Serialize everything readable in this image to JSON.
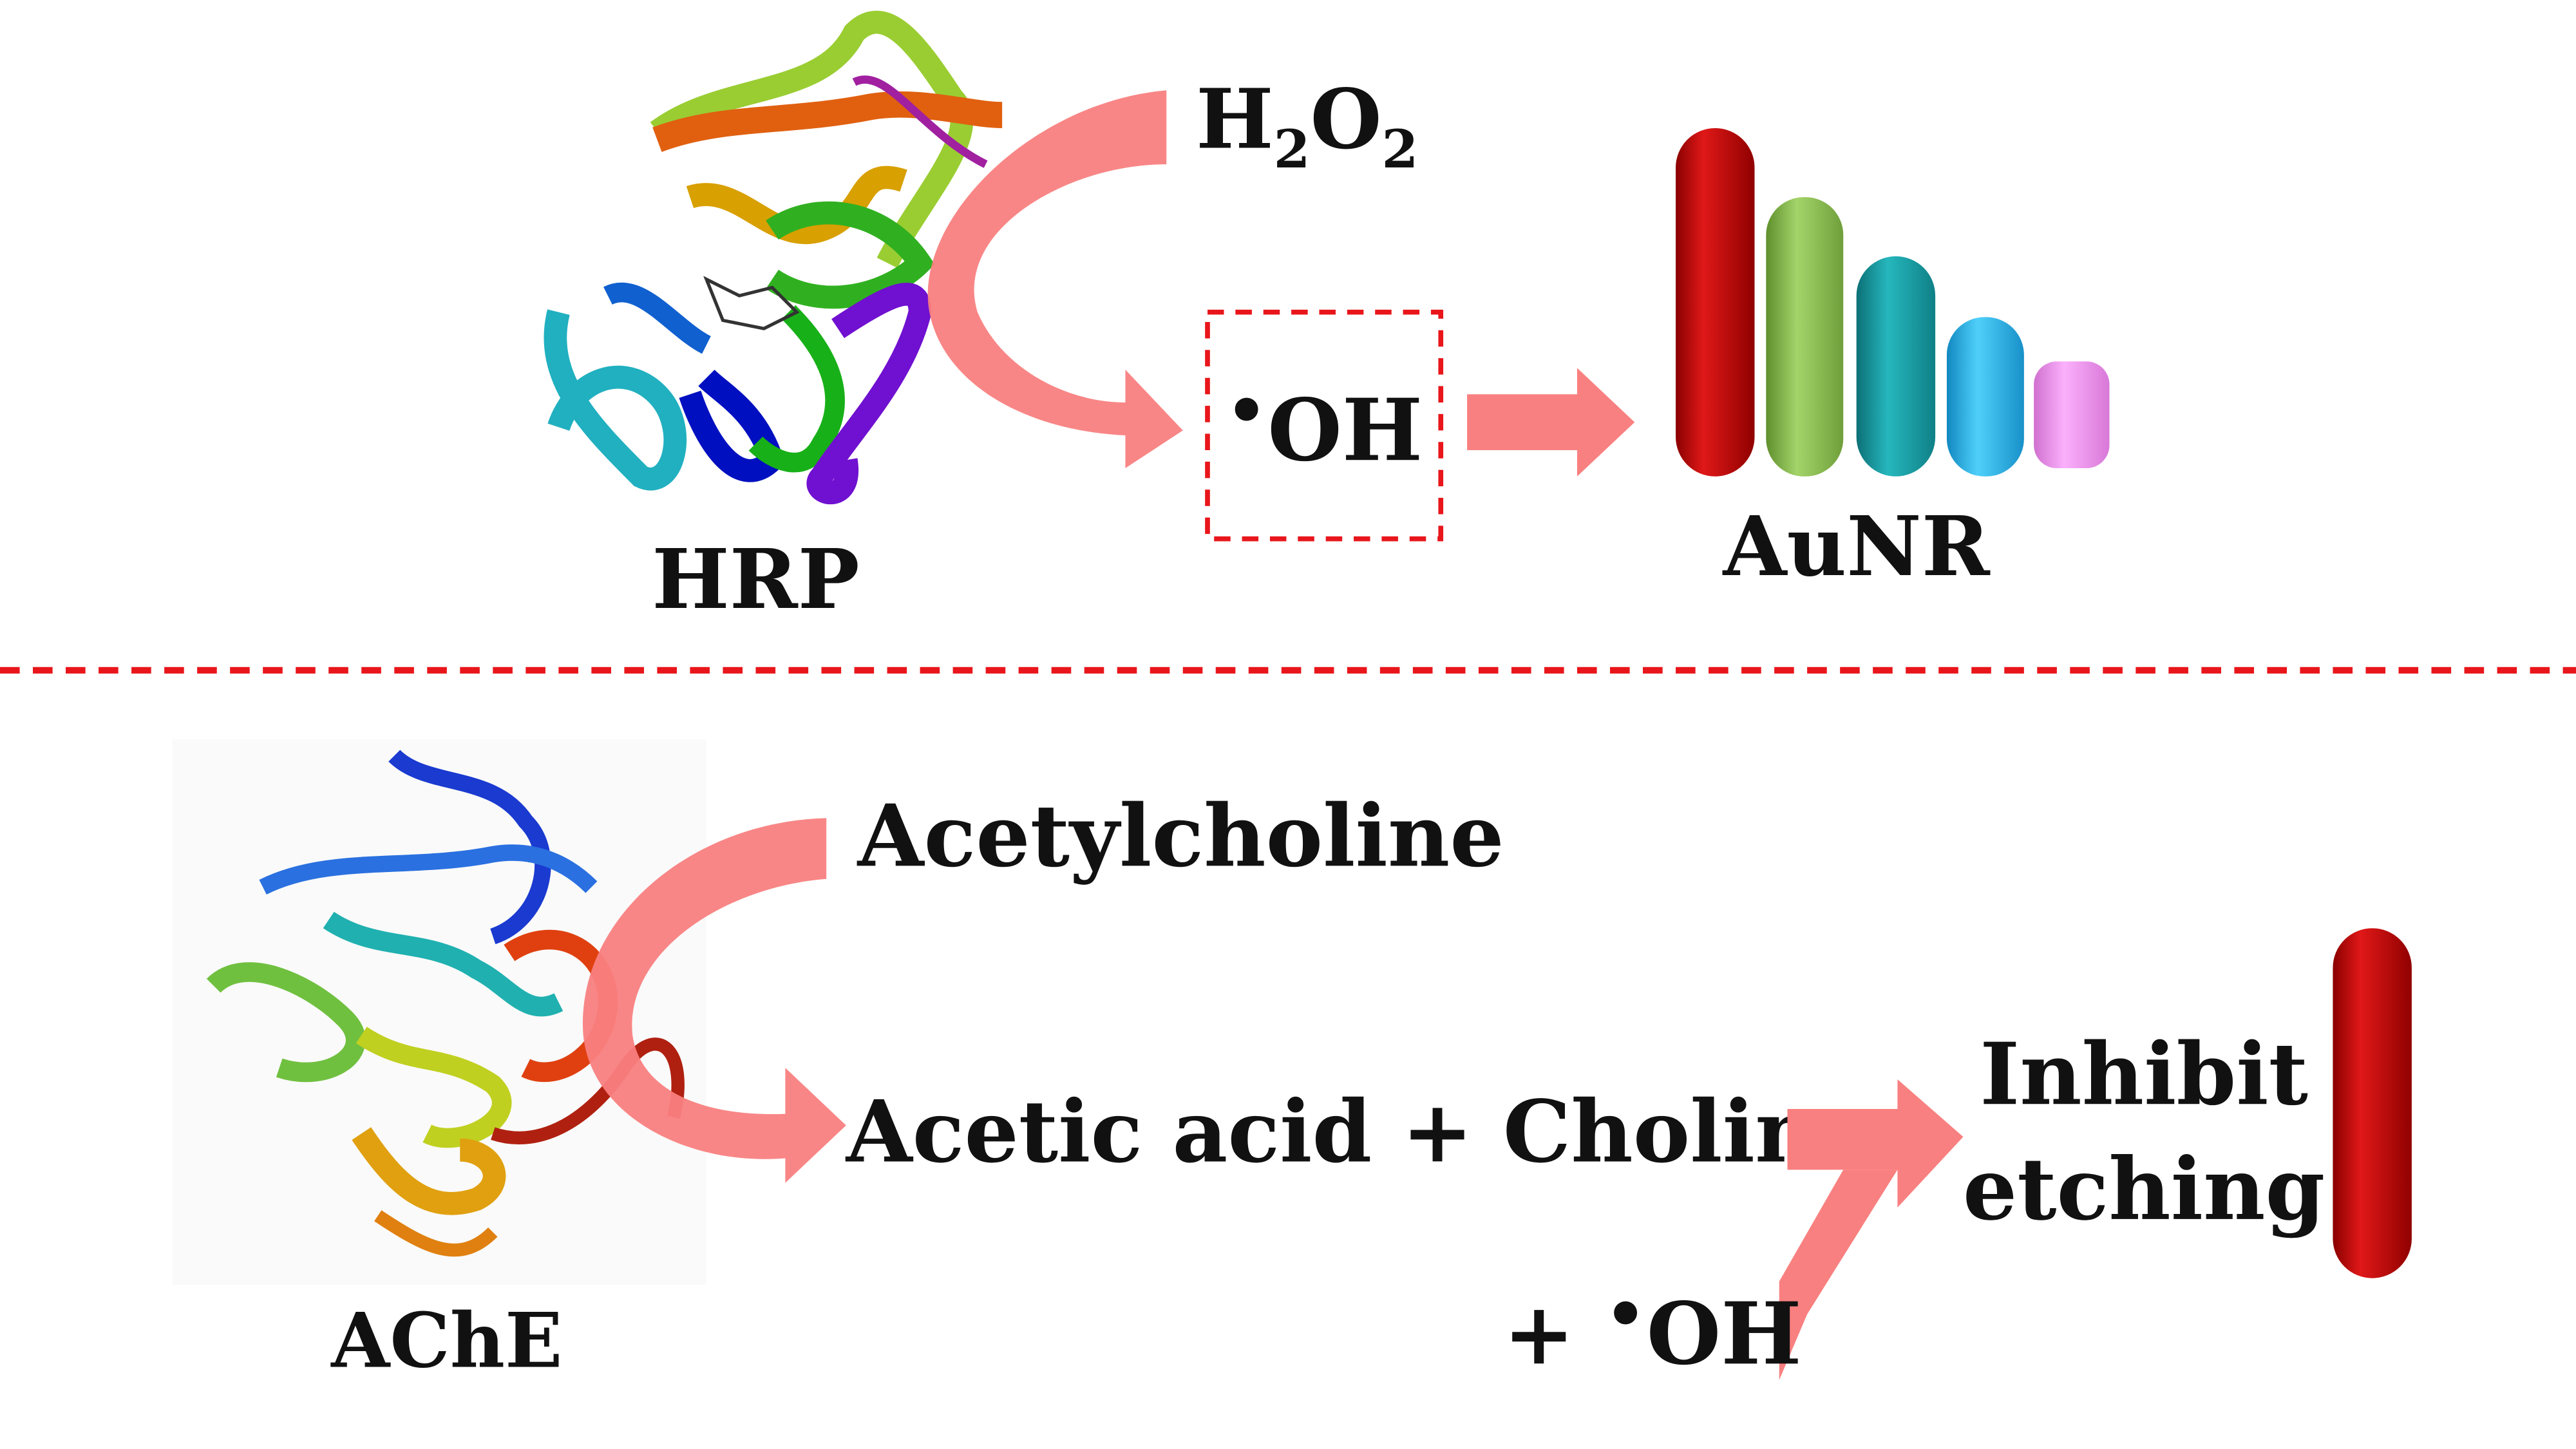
{
  "top": {
    "enzyme_label": "HRP",
    "substrate_main": "H",
    "substrate_sub1": "2",
    "substrate_o": "O",
    "substrate_sub2": "2",
    "product_dot": "•",
    "product_label": "OH",
    "nanorod_label": "AuNR"
  },
  "bottom": {
    "enzyme_label": "AChE",
    "substrate_label": "Acetylcholine",
    "products_label": "Acetic acid + Choline",
    "additive_prefix": "+ ",
    "additive_dot": "•",
    "additive_label": "OH",
    "result_line1": "Inhibit",
    "result_line2": "etching"
  },
  "colors": {
    "arrow": "#f98080",
    "arrow_light": "#e88585",
    "divider": "#e8161b",
    "rod_red": "#c00000",
    "rod_green": "#8cc04f",
    "rod_teal": "#17a0a6",
    "rod_cyan": "#27b6ea",
    "rod_pink": "#f08cf0"
  }
}
